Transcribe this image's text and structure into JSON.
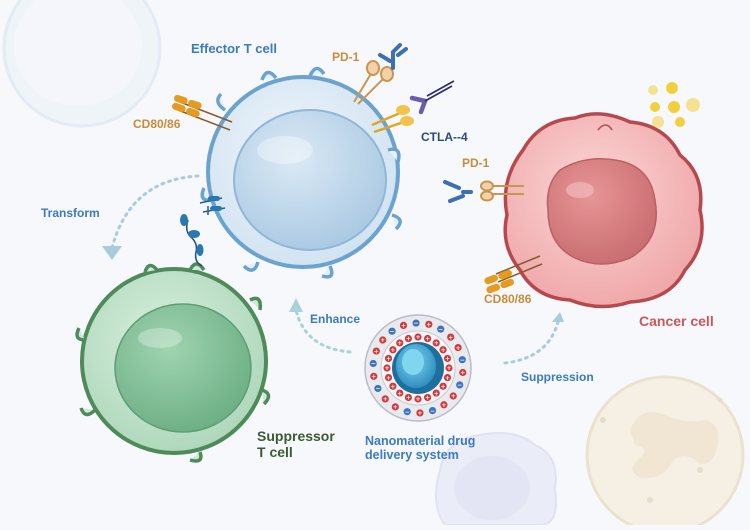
{
  "diagram": {
    "cells": {
      "effector": {
        "label": "Effector T cell",
        "color": "#3b7bbf",
        "fill": "#dce9f4",
        "stroke": "#6aa3cf"
      },
      "suppressor": {
        "label_line1": "Suppressor",
        "label_line2": "T cell",
        "color": "#3a5a35",
        "fill": "#b6dcc1",
        "stroke": "#4f8a5a"
      },
      "cancer": {
        "label": "Cancer cell",
        "color": "#c9575c",
        "fill": "#f4b7b8",
        "stroke": "#b5494e"
      },
      "nanoparticle": {
        "label_line1": "Nanomaterial drug",
        "label_line2": "delivery system",
        "color": "#3b7bbf"
      }
    },
    "receptors": {
      "effector_pd1": "PD-1",
      "effector_cd80": "CD80/86",
      "effector_ctla4": "CTLA--4",
      "cancer_pd1": "PD-1",
      "cancer_cd80": "CD80/86"
    },
    "arrows": {
      "transform": "Transform",
      "enhance": "Enhance",
      "suppression": "Suppression"
    },
    "nanoparticle_charges": {
      "positive_symbol": "+",
      "negative_symbol": "−",
      "positive_color": "#d03a3f",
      "negative_color": "#3e73c0"
    }
  }
}
